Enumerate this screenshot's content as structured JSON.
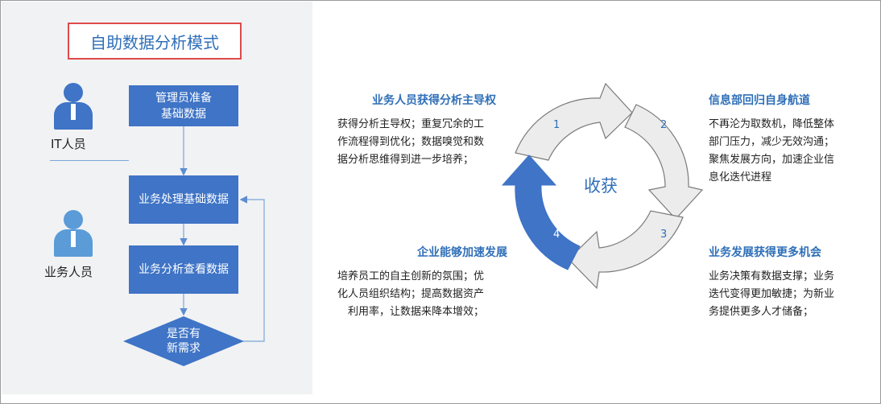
{
  "left_panel": {
    "title": "自助数据分析模式",
    "roles": {
      "it": "IT人员",
      "business": "业务人员"
    },
    "flow": {
      "step1_line1": "管理员准备",
      "step1_line2": "基础数据",
      "step2": "业务处理基础数据",
      "step3": "业务分析查看数据",
      "decision_line1": "是否有",
      "decision_line2": "新需求"
    }
  },
  "cycle": {
    "center": "收获",
    "numbers": [
      "1",
      "2",
      "3",
      "4"
    ],
    "stages": [
      {
        "title": "业务人员获得分析主导权",
        "lines": [
          "获得分析主导权；重复冗余的工",
          "作流程得到优化；数据嗅觉和数",
          "据分析思维得到进一步培养；"
        ]
      },
      {
        "title": "信息部回归自身航道",
        "lines": [
          "不再沦为取数机，降低整体",
          "部门压力，减少无效沟通；",
          "聚焦发展方向，加速企业信",
          "息化迭代进程"
        ]
      },
      {
        "title": "业务发展获得更多机会",
        "lines": [
          "业务决策有数据支撑；业务",
          "迭代变得更加敏捷；为新业",
          "务提供更多人才储备；"
        ]
      },
      {
        "title": "企业能够加速发展",
        "lines": [
          "培养员工的自主创新的氛围；优",
          "化人员组织结构；提高数据资产",
          "利用率，让数据来降本增效；"
        ]
      }
    ]
  },
  "colors": {
    "accent": "#3f74c6",
    "title_border": "#e04a4a",
    "text_blue": "#2f6fb8"
  }
}
